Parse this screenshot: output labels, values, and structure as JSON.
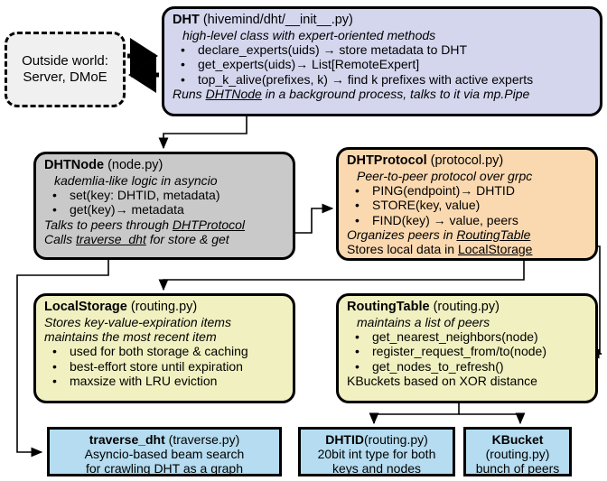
{
  "diagram": {
    "title": "hivemind DHT module architecture",
    "colors": {
      "dht": "#d4d6ee",
      "dhtnode": "#c9c9c9",
      "dhtprotocol": "#fbd9b0",
      "storage": "#f0f0c1",
      "leaf": "#b5dcf0",
      "outside": "#f0f0f0",
      "stroke": "#000000"
    }
  },
  "nodes": {
    "outside_world": {
      "line1": "Outside world:",
      "line2": "Server, DMoE"
    },
    "dht": {
      "name": "DHT",
      "file": " (hivemind/dht/__init__.py)",
      "subtitle": "high-level class with expert-oriented methods",
      "bullets": [
        "declare_experts(uids) → store metadata to DHT",
        "get_experts(uids)→ List[RemoteExpert]",
        "top_k_alive(prefixes, k) → find k prefixes with active experts"
      ],
      "footer_pre": "Runs ",
      "footer_link": "DHTNode",
      "footer_post": " in a background process, talks to it via mp.Pipe"
    },
    "dhtnode": {
      "name": "DHTNode",
      "file": " (node.py)",
      "subtitle": "kademlia-like logic in asyncio",
      "bullets": [
        "set(key: DHTID, metadata)",
        "get(key)→ metadata"
      ],
      "footer1_pre": "Talks to peers through ",
      "footer1_link": "DHTProtocol",
      "footer2_pre": "Calls ",
      "footer2_link": "traverse_dht",
      "footer2_post": " for store & get"
    },
    "dhtprotocol": {
      "name": "DHTProtocol",
      "file": " (protocol.py)",
      "subtitle": "Peer-to-peer protocol over grpc",
      "bullets": [
        "PING(endpoint)→ DHTID",
        "STORE(key, value)",
        "FIND(key) →  value, peers"
      ],
      "footer1_pre": "Organizes peers in ",
      "footer1_link": "RoutingTable",
      "footer2_pre": "Stores local data in ",
      "footer2_link": "LocalStorage"
    },
    "localstorage": {
      "name": "LocalStorage",
      "file": " (routing.py)",
      "subtitle1": "Stores key-value-expiration items",
      "subtitle2": "maintains the most recent item",
      "bullets": [
        "used for both storage & caching",
        "best-effort store until expiration",
        "maxsize with LRU eviction"
      ]
    },
    "routingtable": {
      "name": "RoutingTable",
      "file": " (routing.py)",
      "subtitle": "maintains a list of peers",
      "bullets": [
        "get_nearest_neighbors(node)",
        "register_request_from/to(node)",
        "get_nodes_to_refresh()"
      ],
      "footer": "KBuckets based on XOR distance"
    },
    "traverse_dht": {
      "name": "traverse_dht",
      "file": " (traverse.py)",
      "line2": "Asyncio-based beam search",
      "line3": "for crawling DHT as a graph"
    },
    "dhtid": {
      "name": "DHTID",
      "file": "(routing.py)",
      "line2": "20bit int type for both",
      "line3": "keys and nodes"
    },
    "kbucket": {
      "name": "KBucket",
      "file": "(routing.py)",
      "line3": "bunch of peers"
    }
  },
  "edges": [
    {
      "from": "outside_world",
      "to": "dht",
      "kind": "thick-arrow-right"
    },
    {
      "from": "dht",
      "to": "outside_world",
      "kind": "thick-arrow-left"
    },
    {
      "from": "dht",
      "to": "dhtnode",
      "kind": "elbow-arrow"
    },
    {
      "from": "dhtnode",
      "to": "dhtprotocol",
      "kind": "elbow-arrow"
    },
    {
      "from": "dhtnode",
      "to": "traverse_dht",
      "kind": "elbow-arrow"
    },
    {
      "from": "dhtprotocol",
      "to": "localstorage",
      "kind": "elbow-arrow"
    },
    {
      "from": "dhtprotocol",
      "to": "routingtable",
      "kind": "elbow-arrow"
    },
    {
      "from": "routingtable",
      "to": "dhtid",
      "kind": "branch-arrow"
    },
    {
      "from": "routingtable",
      "to": "kbucket",
      "kind": "branch-arrow"
    }
  ]
}
